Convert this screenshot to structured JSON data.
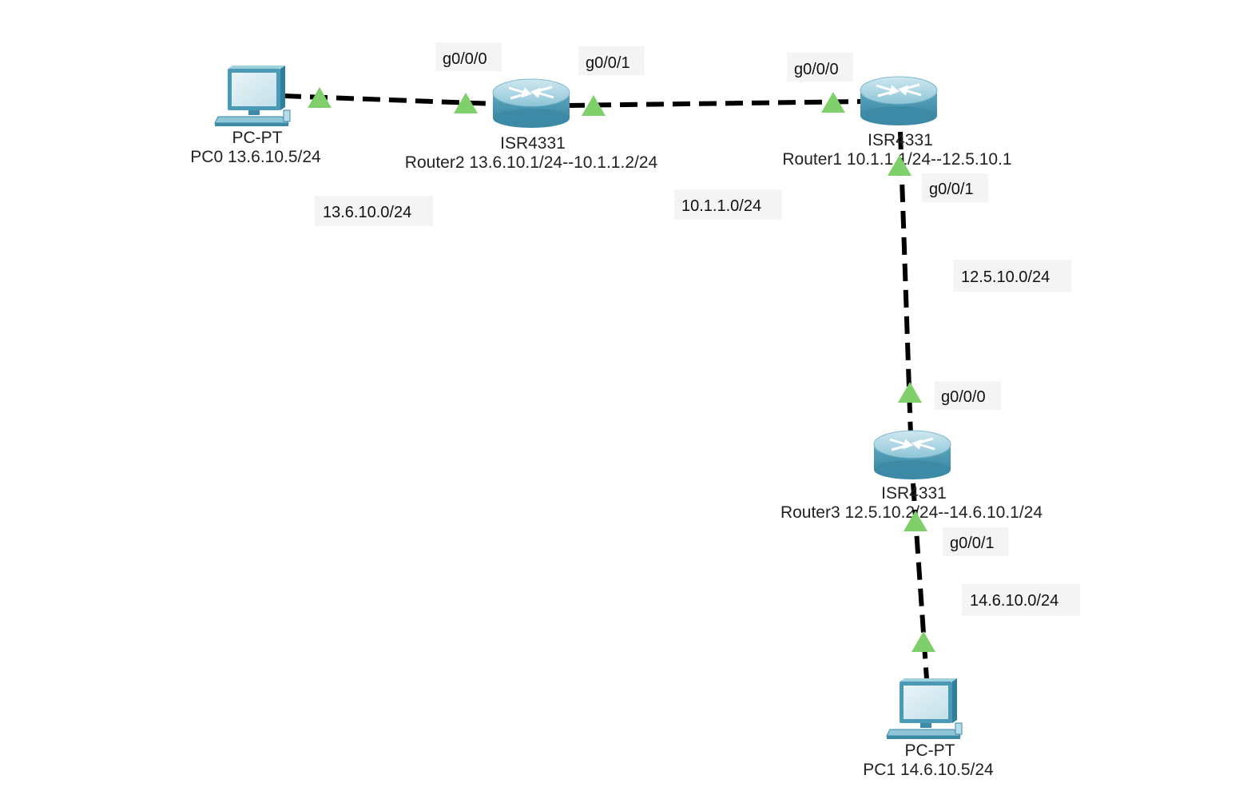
{
  "devices": {
    "pc0": {
      "model": "PC-PT",
      "label": "PC0 13.6.10.5/24"
    },
    "router2": {
      "model": "ISR4331",
      "label": "Router2 13.6.10.1/24--10.1.1.2/24"
    },
    "router1": {
      "model": "ISR4331",
      "label": "Router1 10.1.1.1/24--12.5.10.1"
    },
    "router3": {
      "model": "ISR4331",
      "label": "Router3 12.5.10.2/24--14.6.10.1/24"
    },
    "pc1": {
      "model": "PC-PT",
      "label": "PC1 14.6.10.5/24"
    }
  },
  "ports": {
    "router2_g000": "g0/0/0",
    "router2_g001": "g0/0/1",
    "router1_g000": "g0/0/0",
    "router1_g001": "g0/0/1",
    "router3_g000": "g0/0/0",
    "router3_g001": "g0/0/1"
  },
  "networks": {
    "net_pc0_r2": "13.6.10.0/24",
    "net_r2_r1": "10.1.1.0/24",
    "net_r1_r3": "12.5.10.0/24",
    "net_r3_pc1": "14.6.10.0/24"
  },
  "colors": {
    "link": "#000000",
    "port_indicator": "#7fcf6a",
    "router_body": "#6fb1c8",
    "pc_body": "#7fc0d6"
  },
  "icons": {
    "pc": "pc-icon",
    "router": "router-icon",
    "port_up": "triangle-up-icon"
  }
}
